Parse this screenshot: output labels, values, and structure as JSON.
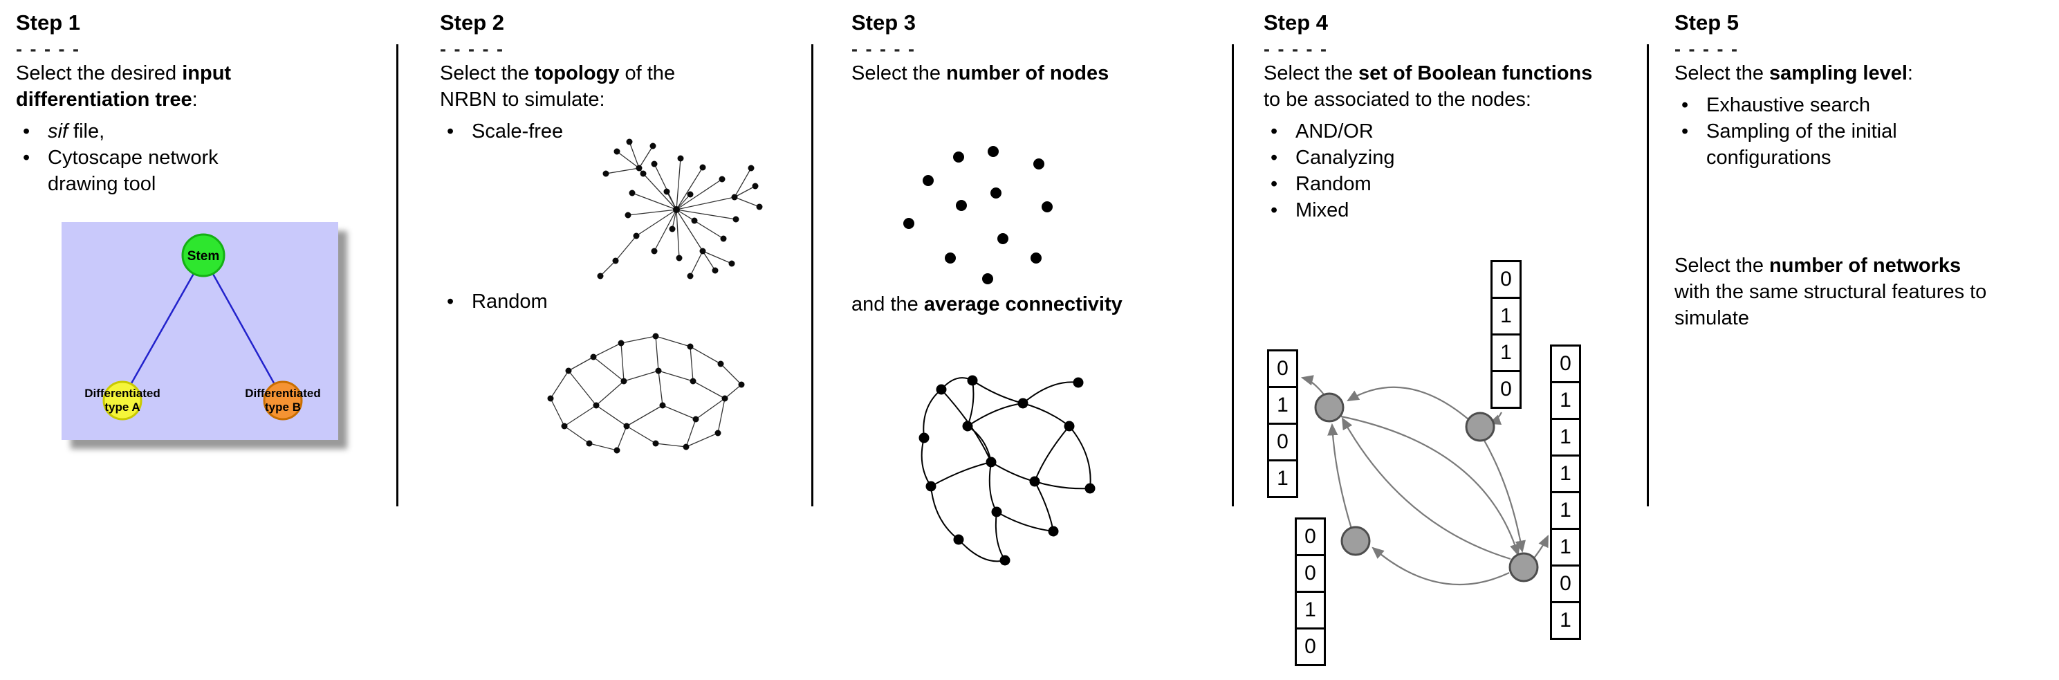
{
  "bullet": "•",
  "dashes": "- - - - -",
  "step1": {
    "title": "Step 1",
    "intro_pre": "Select the desired ",
    "intro_bold": "input differentiation tree",
    "intro_post": ":",
    "bullet1_italic": "sif",
    "bullet1_rest": " file,",
    "bullet2": "Cytoscape network drawing tool",
    "tree": {
      "root_label": "Stem",
      "left_label_line1": "Differentiated",
      "left_label_line2": "type A",
      "right_label_line1": "Differentiated",
      "right_label_line2": "type B",
      "colors": {
        "background": "#c9c9fb",
        "stem_fill": "#2ee62e",
        "stem_stroke": "#14b014",
        "type_a_fill": "#f5f53a",
        "type_a_stroke": "#c9c900",
        "type_b_fill": "#f59333",
        "type_b_stroke": "#c96e00",
        "edge": "#2222cc"
      }
    }
  },
  "step2": {
    "title": "Step 2",
    "intro_pre": "Select the ",
    "intro_bold": "topology",
    "intro_post": " of the NRBN to simulate:",
    "bullet1": "Scale-free",
    "bullet2": "Random"
  },
  "step3": {
    "title": "Step 3",
    "line1_pre": "Select the ",
    "line1_bold": "number of nodes",
    "line2_pre": "and the ",
    "line2_bold": "average connectivity"
  },
  "step4": {
    "title": "Step 4",
    "intro_pre": "Select the ",
    "intro_bold": "set of Boolean functions",
    "intro_post": " to be associated to the nodes:",
    "bullets": [
      "AND/OR",
      "Canalyzing",
      "Random",
      "Mixed"
    ],
    "truth_tables": {
      "left": [
        "0",
        "1",
        "0",
        "1"
      ],
      "top": [
        "0",
        "1",
        "1",
        "0"
      ],
      "bottom": [
        "0",
        "0",
        "1",
        "0"
      ],
      "right": [
        "0",
        "1",
        "1",
        "1",
        "1",
        "1",
        "0",
        "1"
      ]
    }
  },
  "step5": {
    "title": "Step 5",
    "intro_pre": "Select the ",
    "intro_bold": "sampling level",
    "intro_post": ":",
    "bullet1": "Exhaustive search",
    "bullet2": "Sampling of the initial configurations",
    "para2_pre": "Select the ",
    "para2_bold": "number of networks",
    "para2_post": " with the same structural features to simulate"
  }
}
